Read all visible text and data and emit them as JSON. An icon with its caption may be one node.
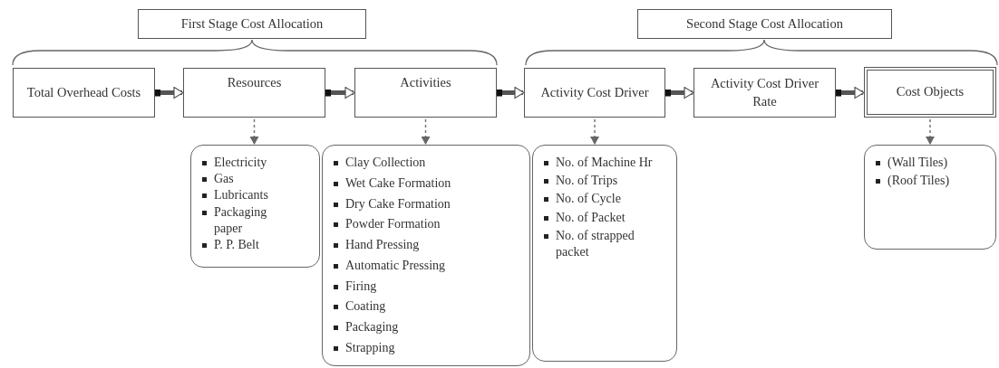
{
  "diagram": {
    "nodes": [
      {
        "text": [
          "First Stage Cost Allocation"
        ]
      },
      {
        "text": [
          "Second Stage Cost Allocation"
        ]
      },
      {
        "text": [
          "Total Overhead Costs"
        ]
      },
      {
        "text": [
          "Resources"
        ]
      },
      {
        "text": [
          "Activities"
        ]
      },
      {
        "text": [
          "Activity Cost Driver"
        ]
      },
      {
        "text": [
          "Activity Cost Driver Rate"
        ]
      },
      {
        "text": [
          "Cost Objects"
        ]
      },
      {
        "text": [
          "Electricity",
          "Gas",
          "Lubricants",
          "Packaging paper",
          "P. P. Belt"
        ]
      },
      {
        "text": [
          "Clay Collection",
          "Wet Cake Formation",
          "Dry Cake Formation",
          "Powder Formation",
          "Hand Pressing",
          "Automatic Pressing",
          "Firing",
          "Coating",
          "Packaging",
          "Strapping"
        ]
      },
      {
        "text": [
          "No. of Machine Hr",
          "No. of Trips",
          "No. of Cycle",
          "No. of Packet",
          "No. of strapped packet"
        ]
      },
      {
        "text": [
          "(Wall Tiles)",
          "(Roof Tiles)"
        ]
      }
    ],
    "edges": [
      {
        "from": 2,
        "to": 3,
        "arrow": "to"
      },
      {
        "from": 3,
        "to": 4,
        "arrow": "to"
      },
      {
        "from": 4,
        "to": 5,
        "arrow": "to"
      },
      {
        "from": 5,
        "to": 6,
        "arrow": "to"
      },
      {
        "from": 6,
        "to": 7,
        "arrow": "to"
      },
      {
        "from": 3,
        "to": 8,
        "arrow": "to",
        "style": "dashed"
      },
      {
        "from": 4,
        "to": 9,
        "arrow": "to",
        "style": "dashed"
      },
      {
        "from": 5,
        "to": 10,
        "arrow": "to",
        "style": "dashed"
      },
      {
        "from": 7,
        "to": 11,
        "arrow": "to",
        "style": "dashed"
      }
    ]
  }
}
